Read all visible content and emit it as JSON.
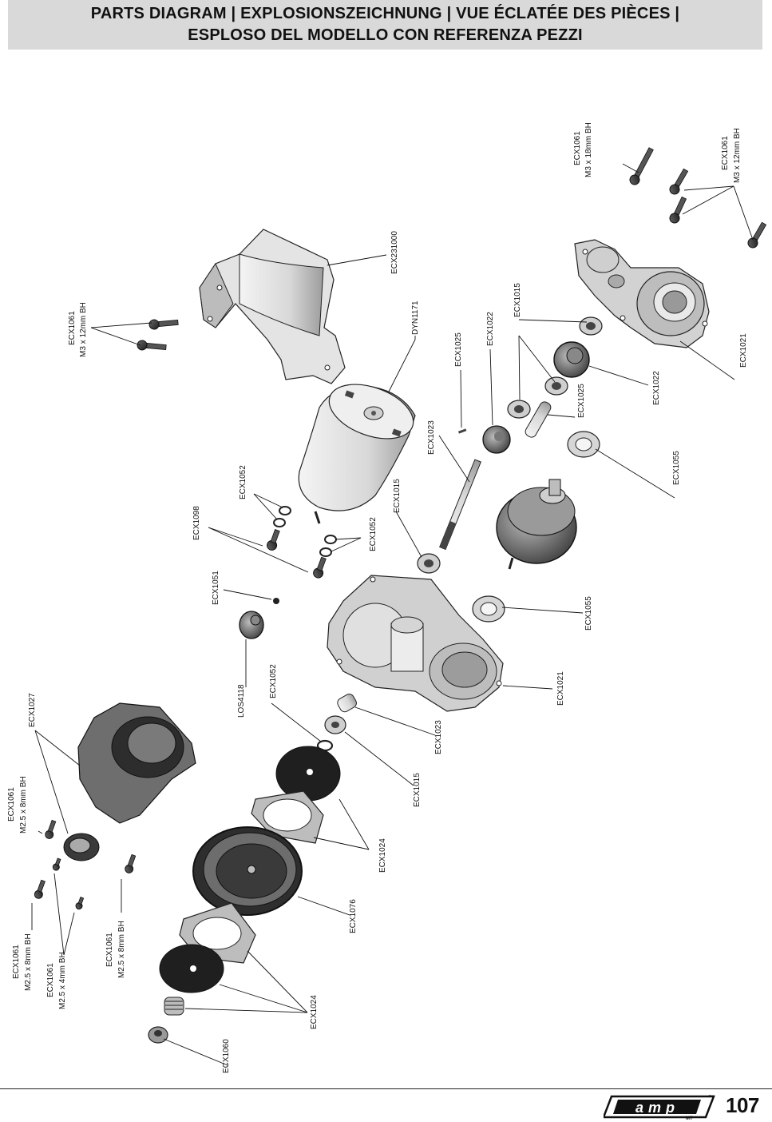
{
  "header": {
    "line1": "PARTS DIAGRAM | EXPLOSIONSZEICHNUNG | VUE ÉCLATÉE DES PIÈCES |",
    "line2": "ESPLOSO DEL MODELLO CON REFERENZA PEZZI"
  },
  "labels": {
    "ecx1061_m3x18": {
      "part": "ECX1061",
      "desc": "M3 x 18mm BH"
    },
    "ecx1061_m3x12_right": {
      "part": "ECX1061",
      "desc": "M3 x 12mm BH"
    },
    "ecx1061_m3x12_left": {
      "part": "ECX1061",
      "desc": "M3 x 12mm BH"
    },
    "ecx231000": {
      "part": "ECX231000"
    },
    "dyn1171": {
      "part": "DYN1171"
    },
    "ecx1025_top": {
      "part": "ECX1025"
    },
    "ecx1022_top": {
      "part": "ECX1022"
    },
    "ecx1015_top": {
      "part": "ECX1015"
    },
    "ecx1021_right": {
      "part": "ECX1021"
    },
    "ecx1022_right": {
      "part": "ECX1022"
    },
    "ecx1025_right": {
      "part": "ECX1025"
    },
    "ecx1055_right": {
      "part": "ECX1055"
    },
    "ecx1023_top": {
      "part": "ECX1023"
    },
    "ecx1015_mid": {
      "part": "ECX1015"
    },
    "ecx1052_a": {
      "part": "ECX1052"
    },
    "ecx1052_b": {
      "part": "ECX1052"
    },
    "ecx1098": {
      "part": "ECX1098"
    },
    "ecx1051": {
      "part": "ECX1051"
    },
    "ecx1055_mid": {
      "part": "ECX1055"
    },
    "ecx1021_mid": {
      "part": "ECX1021"
    },
    "los4118": {
      "part": "LOS4118"
    },
    "ecx1052_c": {
      "part": "ECX1052"
    },
    "ecx1027": {
      "part": "ECX1027"
    },
    "ecx1023_bottom": {
      "part": "ECX1023"
    },
    "ecx1015_bottom": {
      "part": "ECX1015"
    },
    "ecx1061_m25x8_top": {
      "part": "ECX1061",
      "desc": "M2.5 x 8mm BH"
    },
    "ecx1024_mid": {
      "part": "ECX1024"
    },
    "ecx1076": {
      "part": "ECX1076"
    },
    "ecx1061_m25x8_left": {
      "part": "ECX1061",
      "desc": "M2.5 x 8mm BH"
    },
    "ecx1061_m25x4": {
      "part": "ECX1061",
      "desc": "M2.5 x 4mm BH"
    },
    "ecx1061_m25x8_right": {
      "part": "ECX1061",
      "desc": "M2.5 x 8mm BH"
    },
    "ecx1024_bottom": {
      "part": "ECX1024"
    },
    "ecx1060": {
      "part": "ECX1060"
    }
  },
  "footer": {
    "brand": "amp",
    "brand_sub": "MT",
    "trademark": "™",
    "page_number": "107"
  },
  "colors": {
    "header_bg": "#d9d9d9",
    "part_fill": "#e6e6e6",
    "part_shade": "#9a9a9a",
    "dark_part": "#2a2a2a",
    "line": "#111111"
  }
}
